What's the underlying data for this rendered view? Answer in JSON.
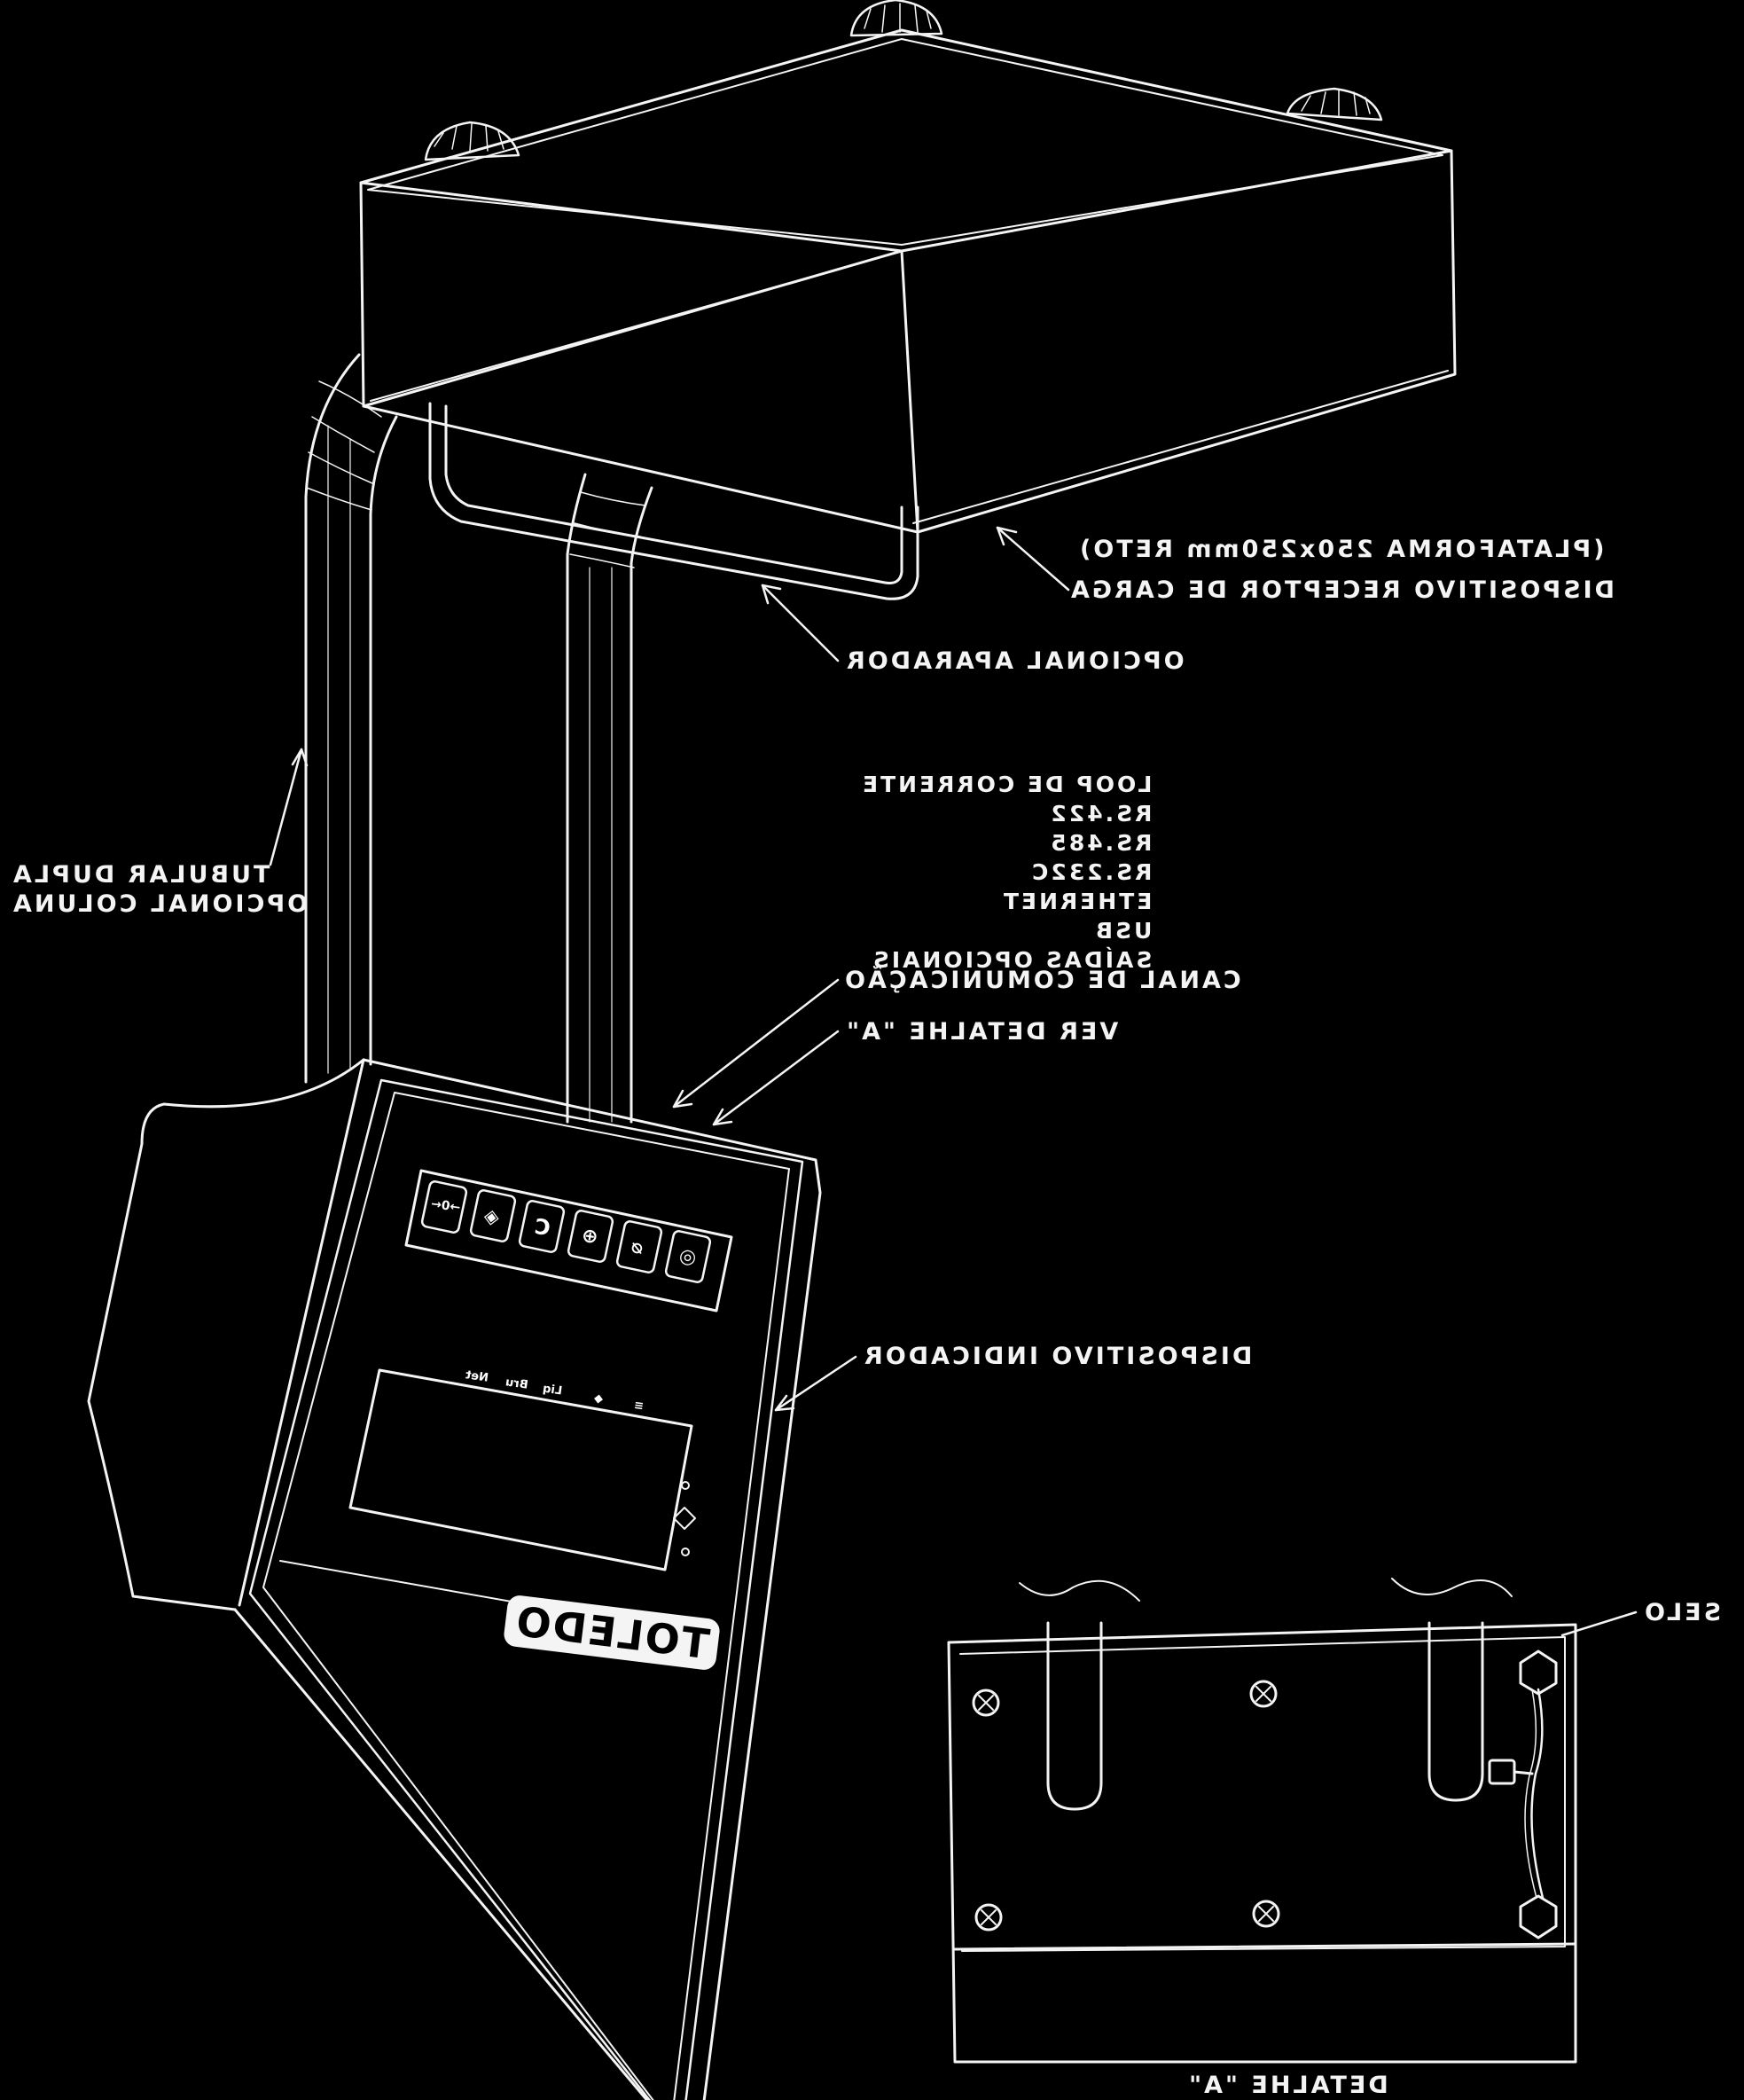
{
  "labels": {
    "platform_line1": "DISPOSITIVO RECEPTOR DE CARGA",
    "platform_line2": "(PLATAFORMA 250x250mm RETO)",
    "apparatus": "OPCIONAL APARADOR",
    "column_line1": "OPCIONAL COLUNA",
    "column_line2": "TUBULAR DUPLA",
    "comm_channel": "CANAL DE COMUNICAÇÃO",
    "see_detail": "VER DETALHE \"A\"",
    "indicator": "DISPOSITIVO INDICADOR",
    "seal": "SELO",
    "detail_title": "DETALHE \"A\""
  },
  "outputs": {
    "title": "SAÍDAS OPCIONAIS",
    "items": [
      "USB",
      "ETHERNET",
      "RS.232C",
      "RS.485",
      "RS.422",
      "LOOP DE CORRENTE"
    ]
  },
  "indicator_panel": {
    "brand": "TOLEDO",
    "status_labels": [
      "Net",
      "Bru",
      "Liq",
      "◆",
      "≡"
    ],
    "key_glyphs": [
      "→0←",
      "◈",
      "C",
      "⊕",
      "⌀",
      "◎"
    ]
  },
  "colors": {
    "background": "#000000",
    "line": "#f4f4f4"
  }
}
